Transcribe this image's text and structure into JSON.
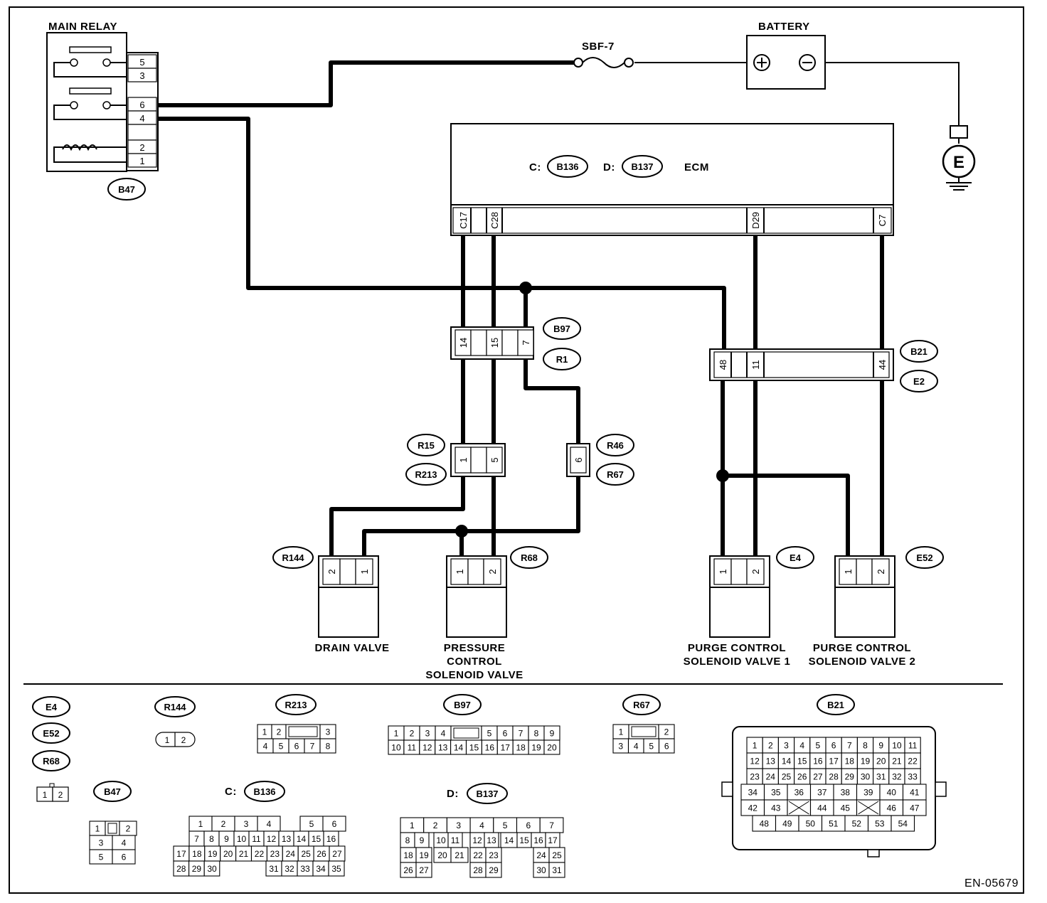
{
  "labels": {
    "main_relay": "MAIN RELAY",
    "battery": "BATTERY",
    "fuse": "SBF-7",
    "ecm": "ECM",
    "ecm_c_prefix": "C:",
    "ecm_d_prefix": "D:",
    "ground": "E",
    "drain_valve": "DRAIN VALVE",
    "pcsv_1": "PRESSURE",
    "pcsv_2": "CONTROL",
    "pcsv_3": "SOLENOID VALVE",
    "purge1_1": "PURGE CONTROL",
    "purge1_2": "SOLENOID VALVE 1",
    "purge2_1": "PURGE CONTROL",
    "purge2_2": "SOLENOID VALVE 2",
    "doc_code": "EN-05679"
  },
  "relay_pins": [
    "5",
    "3",
    "6",
    "4",
    "",
    "2",
    "1"
  ],
  "ecm_pins": [
    "C17",
    "C28",
    "D29",
    "C7"
  ],
  "connectors": {
    "B47": "B47",
    "B136": "B136",
    "B137": "B137",
    "B97": "B97",
    "R1": "R1",
    "B21": "B21",
    "E2": "E2",
    "R15": "R15",
    "R213": "R213",
    "R46": "R46",
    "R67": "R67",
    "R144": "R144",
    "R68": "R68",
    "E4": "E4",
    "E52": "E52"
  },
  "pins": {
    "b97": [
      "14",
      "15",
      "7"
    ],
    "b21": [
      "48",
      "11",
      "44"
    ],
    "r15": [
      "1",
      "5"
    ],
    "r46": "6",
    "r144": [
      "2",
      "1"
    ],
    "r68": [
      "1",
      "2"
    ],
    "e4": [
      "1",
      "2"
    ],
    "e52": [
      "1",
      "2"
    ]
  },
  "legend": {
    "e4": "E4",
    "e52": "E52",
    "r68": "R68",
    "r144": "R144",
    "r213": "R213",
    "b97": "B97",
    "r67": "R67",
    "b21": "B21",
    "b47": "B47",
    "b136": "B136",
    "b137": "B137",
    "c_prefix": "C:",
    "d_prefix": "D:",
    "two_pin": [
      "1",
      "2"
    ],
    "r144_pins": [
      "1",
      "2"
    ],
    "r213_grid": [
      [
        "1",
        "2",
        "",
        "3"
      ],
      [
        "4",
        "5",
        "6",
        "7",
        "8"
      ]
    ],
    "b97_grid": [
      [
        "1",
        "2",
        "3",
        "4",
        "",
        "5",
        "6",
        "7",
        "8",
        "9"
      ],
      [
        "10",
        "11",
        "12",
        "13",
        "14",
        "15",
        "16",
        "17",
        "18",
        "19",
        "20"
      ]
    ],
    "r67_grid": [
      [
        "1",
        "",
        "2"
      ],
      [
        "3",
        "4",
        "5",
        "6"
      ]
    ],
    "b47_grid": [
      [
        "1",
        "",
        "2"
      ],
      [
        "3",
        "4"
      ],
      [
        "5",
        "6"
      ]
    ],
    "b21_grid": [
      [
        "1",
        "2",
        "3",
        "4",
        "5",
        "6",
        "7",
        "8",
        "9",
        "10",
        "11"
      ],
      [
        "12",
        "13",
        "14",
        "15",
        "16",
        "17",
        "18",
        "19",
        "20",
        "21",
        "22"
      ],
      [
        "23",
        "24",
        "25",
        "26",
        "27",
        "28",
        "29",
        "30",
        "31",
        "32",
        "33"
      ],
      [
        "34",
        "35",
        "36",
        "37",
        "38",
        "39",
        "40",
        "41"
      ],
      [
        "42",
        "43",
        "",
        "44",
        "45",
        "",
        "46",
        "47"
      ],
      [
        "48",
        "49",
        "50",
        "51",
        "52",
        "53",
        "54"
      ]
    ],
    "b136_grid": [
      [
        "1",
        "2",
        "3",
        "4",
        "5",
        "6"
      ],
      [
        "7",
        "8",
        "9",
        "10",
        "11",
        "12",
        "13",
        "14",
        "15",
        "16"
      ],
      [
        "17",
        "18",
        "19",
        "20",
        "21",
        "22",
        "23",
        "24",
        "25",
        "26",
        "27"
      ],
      [
        "28",
        "29",
        "30",
        "31",
        "32",
        "33",
        "34",
        "35"
      ]
    ],
    "b137_grid": [
      [
        "1",
        "2",
        "3",
        "4",
        "5",
        "6",
        "7"
      ],
      [
        "8",
        "9",
        "10",
        "11",
        "12",
        "13",
        "14",
        "15",
        "16",
        "17"
      ],
      [
        "18",
        "19",
        "20",
        "21",
        "22",
        "23",
        "24",
        "25"
      ],
      [
        "26",
        "27",
        "28",
        "29",
        "30",
        "31"
      ]
    ]
  }
}
